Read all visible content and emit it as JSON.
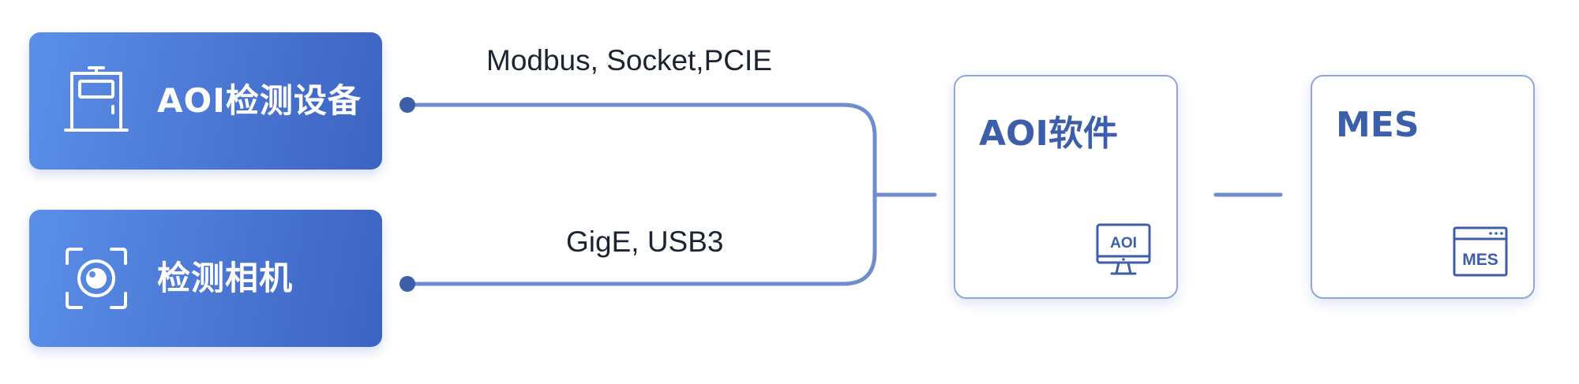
{
  "devices": {
    "aoi_device": {
      "label": "AOI检测设备",
      "icon": "aoi-machine-icon"
    },
    "camera": {
      "label": "检测相机",
      "icon": "camera-icon"
    }
  },
  "links": {
    "top_protocols": "Modbus, Socket,PCIE",
    "bottom_protocols": "GigE, USB3"
  },
  "software": {
    "aoi": {
      "title": "AOI软件",
      "icon": "aoi-monitor-icon",
      "icon_text": "AOI"
    },
    "mes": {
      "title": "MES",
      "icon": "mes-window-icon",
      "icon_text": "MES"
    }
  },
  "colors": {
    "card_gradient_start": "#5a8fe8",
    "card_gradient_end": "#3d63c2",
    "connector": "#6f8dcc",
    "software_border": "#8da6df",
    "software_title": "#3d5ea8",
    "text": "#1c2433"
  }
}
